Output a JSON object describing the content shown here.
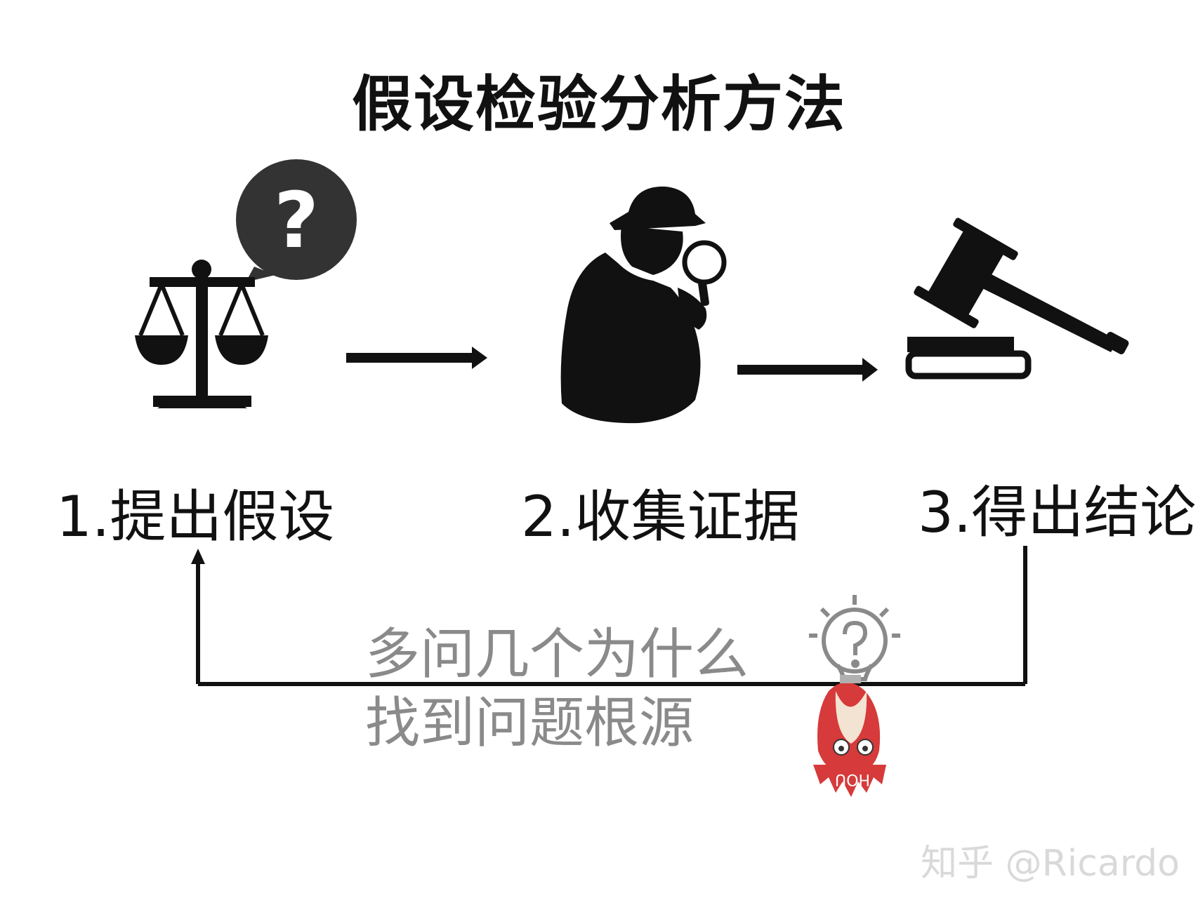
{
  "title": "假设检验分析方法",
  "steps": [
    {
      "label": "1.提出假设",
      "icon": "balance-scale-icon"
    },
    {
      "label": "2.收集证据",
      "icon": "detective-magnifier-icon"
    },
    {
      "label": "3.得出结论",
      "icon": "gavel-icon"
    }
  ],
  "loop_text": [
    "多问几个为什么",
    "找到问题根源"
  ],
  "question_bubble": "?",
  "mascot_text": "HOU",
  "watermark": "知乎 @Ricardo",
  "colors": {
    "ink": "#111111",
    "grey_text": "#8a8a8a",
    "mascot_red": "#d63a3a",
    "watermark": "#d9d9d9"
  }
}
